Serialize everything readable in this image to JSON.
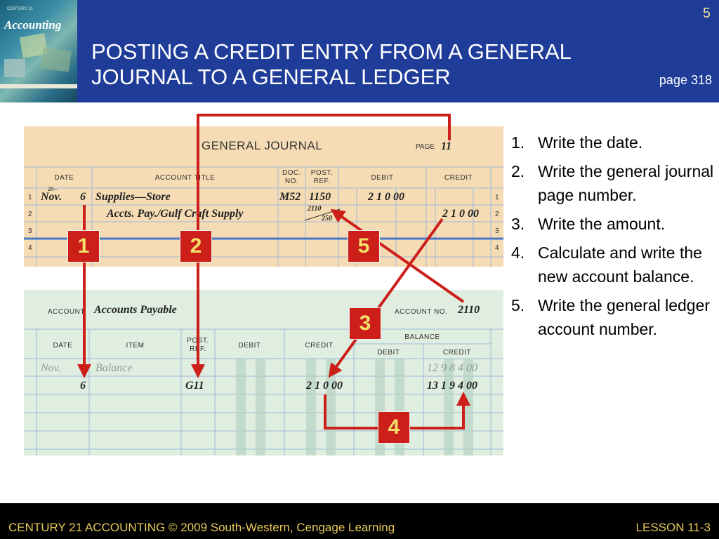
{
  "header": {
    "cover_brand": "Accounting",
    "cover_tag": "CENTURY 21",
    "slide_number": "5",
    "title_line1": "POSTING A CREDIT ENTRY FROM A GENERAL",
    "title_line2": "JOURNAL TO A GENERAL LEDGER",
    "page_ref": "page 318"
  },
  "journal": {
    "title": "GENERAL JOURNAL",
    "page_label": "PAGE",
    "page_number": "11",
    "columns": [
      "DATE",
      "ACCOUNT TITLE",
      "DOC. NO.",
      "POST. REF.",
      "DEBIT",
      "CREDIT"
    ],
    "row_numbers": [
      "1",
      "2",
      "3",
      "4"
    ],
    "rows": [
      {
        "year": "20--",
        "month": "Nov.",
        "day": "6",
        "account": "Supplies—Store",
        "doc": "M52",
        "post_ref": "1150",
        "debit": "2 1 0 00",
        "credit": ""
      },
      {
        "year": "",
        "month": "",
        "day": "",
        "account": "Accts. Pay./Gulf Craft Supply",
        "doc": "",
        "post_ref_top": "2110",
        "post_ref_bottom": "250",
        "debit": "",
        "credit": "2 1 0 00"
      }
    ]
  },
  "ledger": {
    "account_label": "ACCOUNT",
    "account_name": "Accounts Payable",
    "account_no_label": "ACCOUNT NO.",
    "account_no": "2110",
    "columns": [
      "DATE",
      "ITEM",
      "POST. REF.",
      "DEBIT",
      "CREDIT"
    ],
    "balance_label": "BALANCE",
    "balance_columns": [
      "DEBIT",
      "CREDIT"
    ],
    "rows": [
      {
        "month": "Nov.",
        "day": "",
        "item": "Balance",
        "post_ref": "",
        "debit": "",
        "credit": "",
        "bal_debit": "",
        "bal_credit": "12 9 8 4 00"
      },
      {
        "month": "",
        "day": "6",
        "item": "",
        "post_ref": "G11",
        "debit": "",
        "credit": "2 1 0 00",
        "bal_debit": "",
        "bal_credit": "13 1 9 4 00"
      }
    ]
  },
  "callouts": [
    "1",
    "2",
    "5",
    "3",
    "4"
  ],
  "steps": [
    {
      "num": "1.",
      "text": "Write the date."
    },
    {
      "num": "2.",
      "text": "Write the general journal page number."
    },
    {
      "num": "3.",
      "text": "Write the amount."
    },
    {
      "num": "4.",
      "text": "Calculate and write the new account balance."
    },
    {
      "num": "5.",
      "text": "Write the general ledger account number."
    }
  ],
  "footer": {
    "left": "CENTURY 21 ACCOUNTING © 2009 South-Western, Cengage Learning",
    "right": "LESSON  11-3"
  },
  "colors": {
    "header_blue": "#1f3c99",
    "callout_red": "#cc1f1a",
    "callout_text": "#f2e06a",
    "journal_paper": "#f6dcb4",
    "ledger_paper": "#dfeee0",
    "footer_text": "#e6c85a"
  }
}
